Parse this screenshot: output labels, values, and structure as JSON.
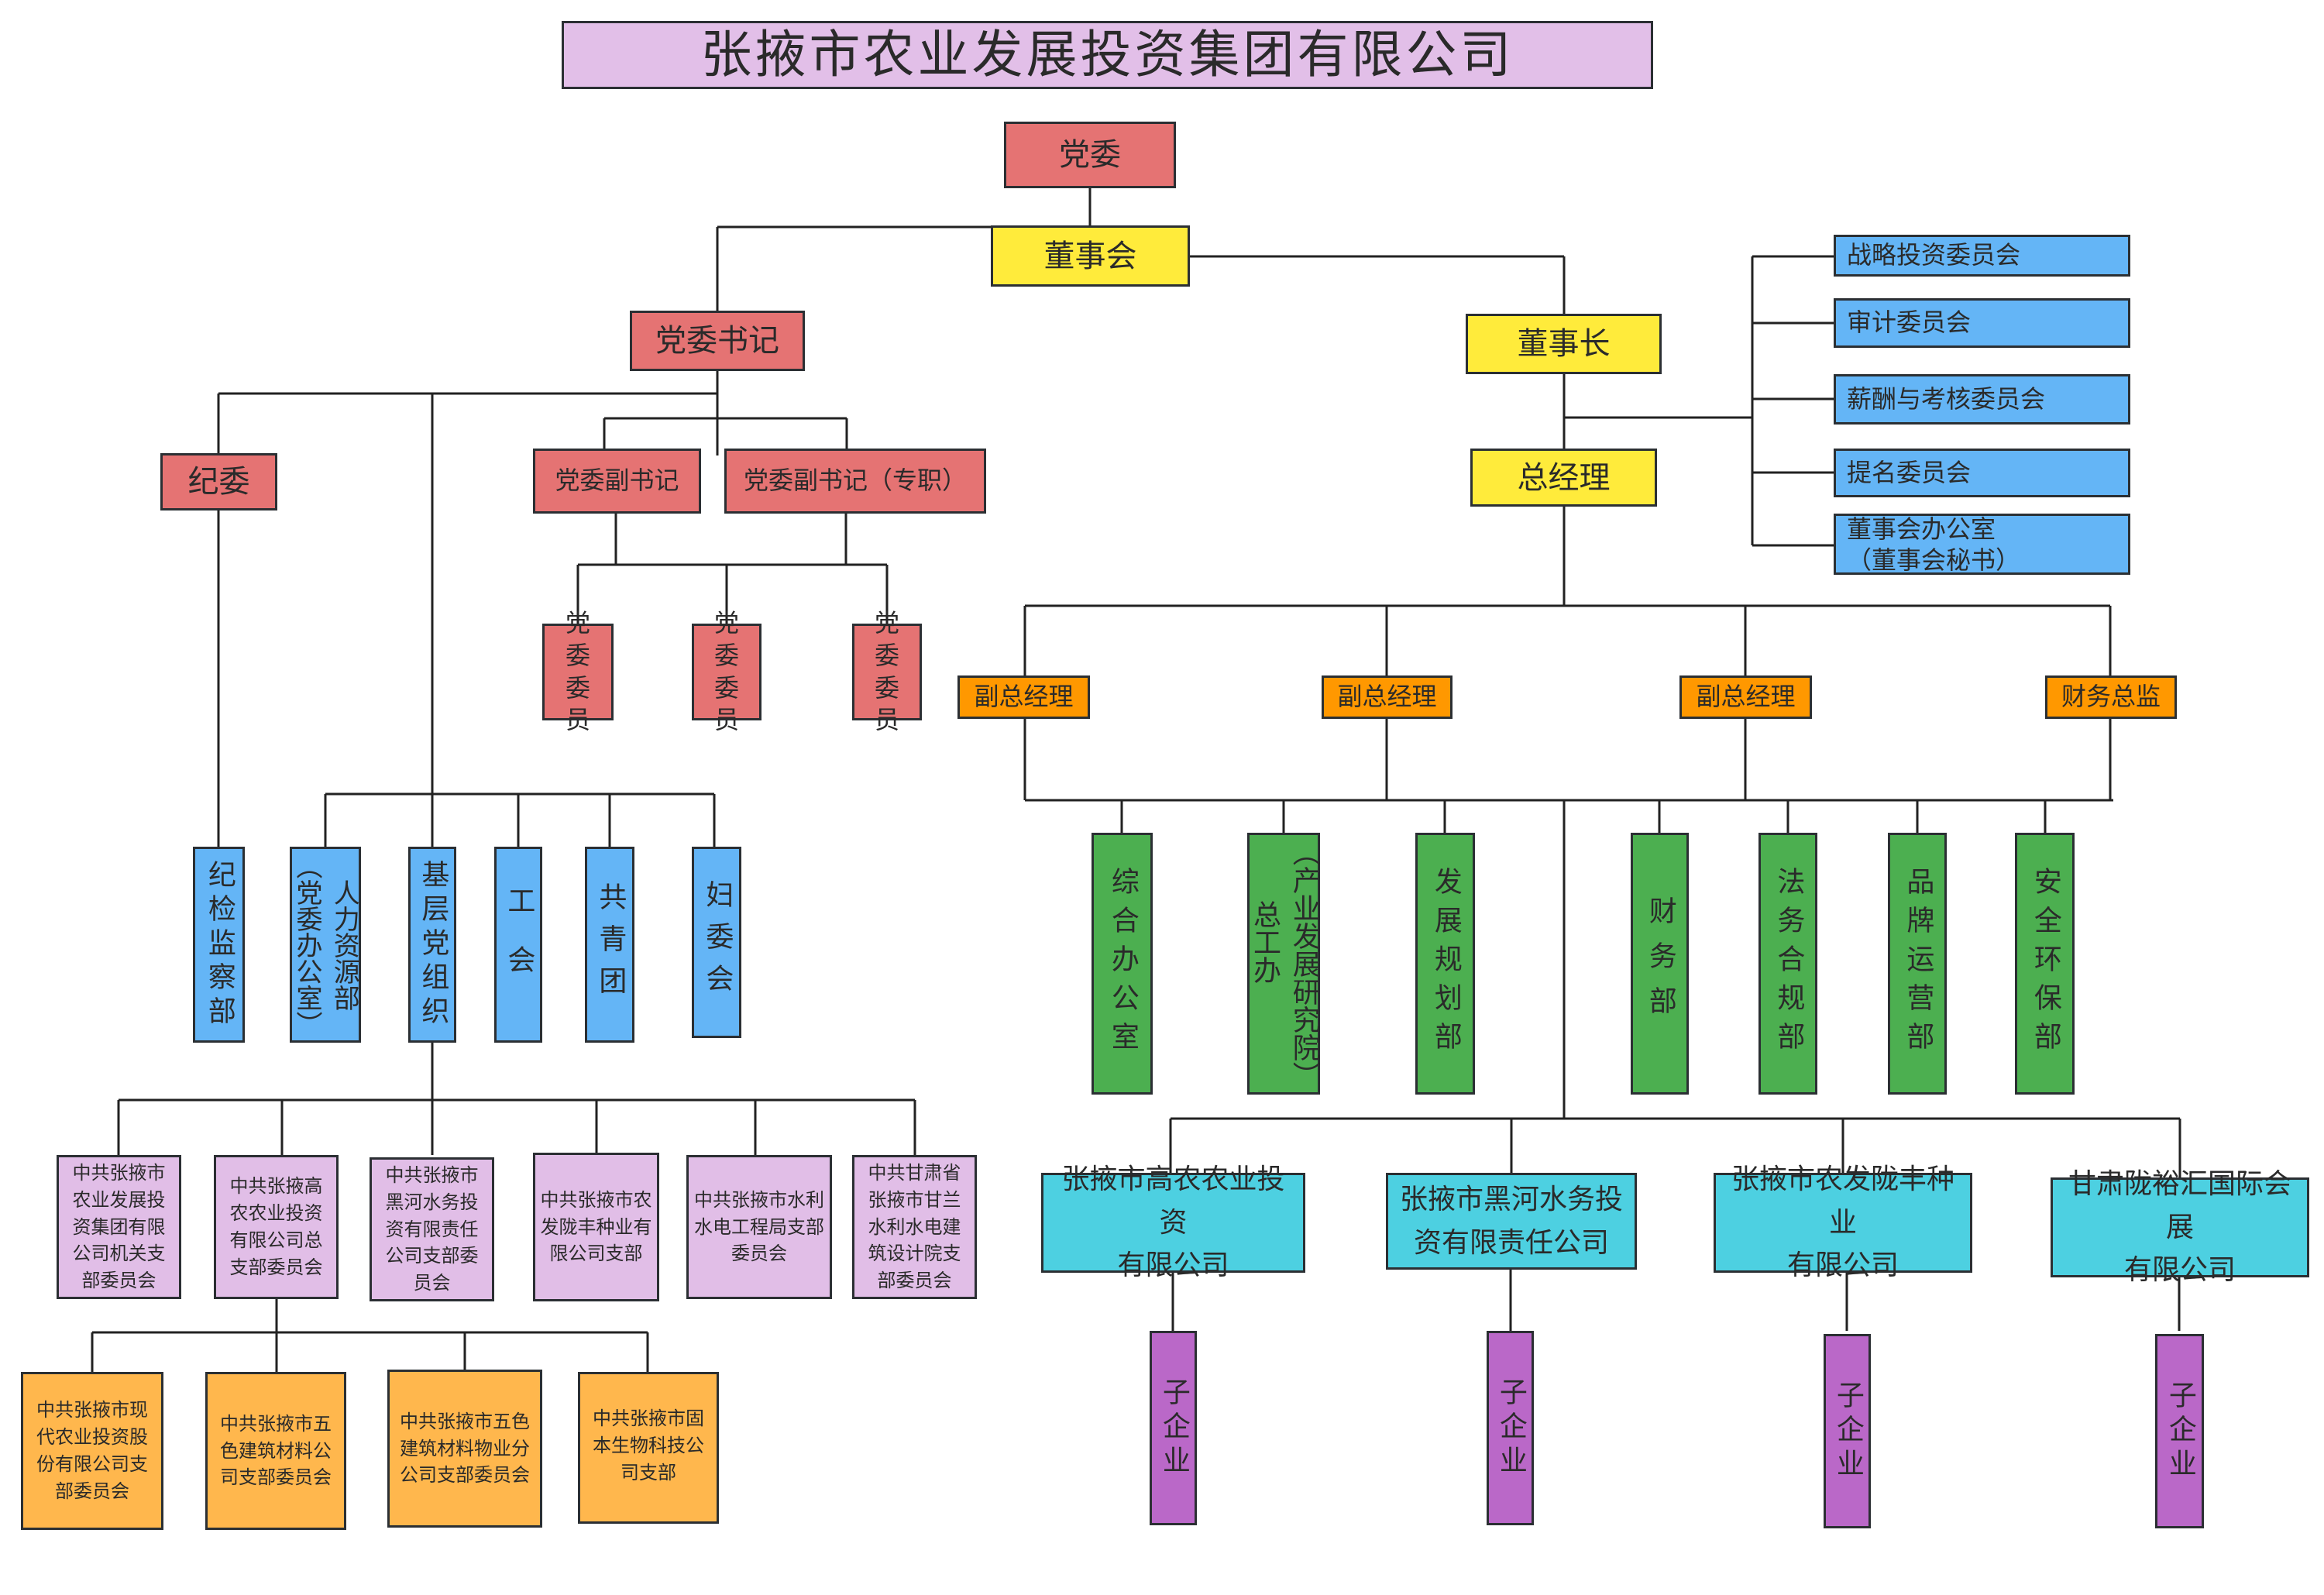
{
  "title": "张掖市农业发展投资集团有限公司",
  "colors": {
    "title_bg": "#e2bfe8",
    "party": "#e57373",
    "board": "#ffeb3b",
    "committee": "#64b5f6",
    "deputy": "#ff9800",
    "department": "#4caf50",
    "party_branch": "#e1bee7",
    "sub_branch": "#ffb74d",
    "company": "#4dd0e1",
    "sub_enterprise": "#ba68c8"
  },
  "top": {
    "party_committee": "党委",
    "board": "董事会",
    "party_secretary": "党委书记",
    "chairman": "董事长",
    "general_manager": "总经理"
  },
  "party": {
    "discipline_committee": "纪委",
    "deputy_secretary": "党委副书记",
    "deputy_secretary_fulltime": "党委副书记（专职）",
    "members": [
      "党委委员",
      "党委委员",
      "党委委员"
    ]
  },
  "party_departments": {
    "discipline_dept": "纪检监察部",
    "hr_main": "人力资源部",
    "hr_alt": "（党委办公室）",
    "grassroots": "基层党组织",
    "union": "工会",
    "youth_league": "共青团",
    "women": "妇委会"
  },
  "party_branches": [
    "中共张掖市农业发展投资集团有限公司机关支部委员会",
    "中共张掖高农农业投资有限公司总支部委员会",
    "中共张掖市黑河水务投资有限责任公司支部委员会",
    "中共张掖市农发陇丰种业有限公司支部",
    "中共张掖市水利水电工程局支部委员会",
    "中共甘肃省张掖市甘兰水利水电建筑设计院支部委员会"
  ],
  "sub_branches": [
    "中共张掖市现代农业投资股份有限公司支部委员会",
    "中共张掖市五色建筑材料公司支部委员会",
    "中共张掖市五色建筑材料物业分公司支部委员会",
    "中共张掖市固本生物科技公司支部"
  ],
  "board_committees": [
    "战略投资委员会",
    "审计委员会",
    "薪酬与考核委员会",
    "提名委员会",
    "董事会办公室",
    "（董事会秘书）"
  ],
  "deputies": [
    "副总经理",
    "副总经理",
    "副总经理",
    "财务总监"
  ],
  "departments": {
    "general_office": "综合办公室",
    "chief_engineer_main": "（产业发展研究院）",
    "chief_engineer_alt": "总工办",
    "planning": "发展规划部",
    "finance": "财务部",
    "legal": "法务合规部",
    "brand": "品牌运营部",
    "safety": "安全环保部"
  },
  "companies": [
    {
      "line1": "张掖市高农农业投资",
      "line2": "有限公司",
      "child": "子企业"
    },
    {
      "line1": "张掖市黑河水务投",
      "line2": "资有限责任公司",
      "child": "子企业"
    },
    {
      "line1": "张掖市农发陇丰种业",
      "line2": "有限公司",
      "child": "子企业"
    },
    {
      "line1": "甘肃陇裕汇国际会展",
      "line2": "有限公司",
      "child": "子企业"
    }
  ]
}
